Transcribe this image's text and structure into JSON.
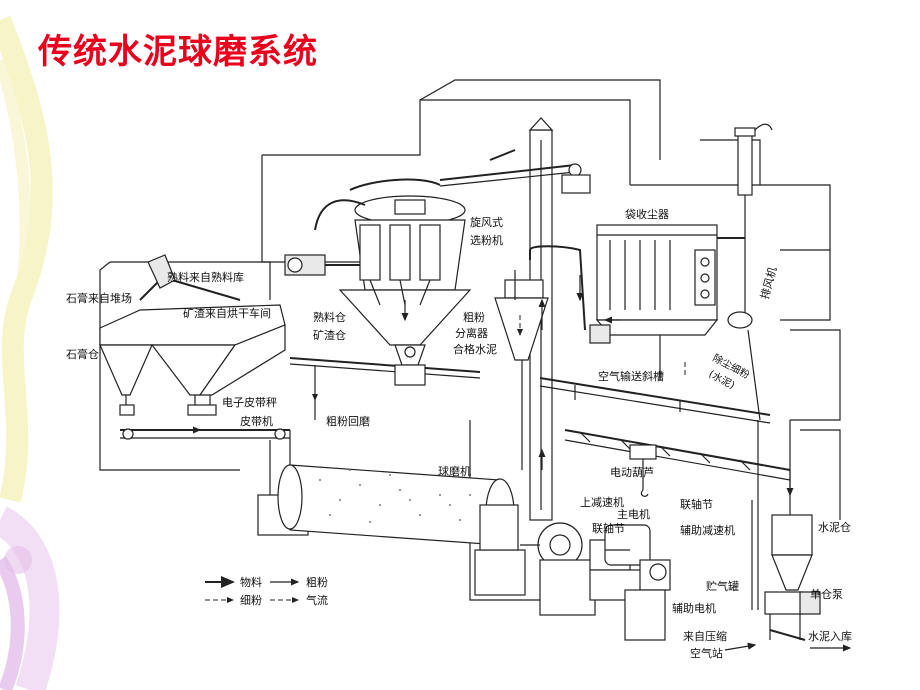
{
  "title": "传统水泥球磨系统",
  "labels": {
    "gypsum_source": "石膏来自堆场",
    "clinker_source": "熟料来自熟料库",
    "slag_source": "矿渣来自烘干车间",
    "gypsum_bin": "石膏仓",
    "clinker_bin": "熟料仓",
    "slag_bin": "矿渣仓",
    "belt_scale": "电子皮带秤",
    "belt_conveyor": "皮带机",
    "coarse_return": "粗粉回磨",
    "cyclone_separator_1": "旋风式",
    "cyclone_separator_2": "选粉机",
    "coarse_separator_1": "粗粉",
    "coarse_separator_2": "分离器",
    "qualified_cement": "合格水泥",
    "bag_filter": "袋收尘器",
    "exhaust_fan": "排风机",
    "fine_powder_1": "除尘细粉",
    "fine_powder_2": "(水泥)",
    "air_slide": "空气输送斜槽",
    "hoist": "电动葫芦",
    "ball_mill": "球磨机",
    "upper_reducer": "上减速机",
    "main_motor": "主电机",
    "coupling_1": "联轴节",
    "coupling_2": "联轴节",
    "aux_reducer": "辅助减速机",
    "cement_silo": "水泥仓",
    "air_tank": "贮气罐",
    "pump": "单仓泵",
    "aux_motor": "辅助电机",
    "compressed_air_1": "来自压缩",
    "compressed_air_2": "空气站",
    "to_storage": "水泥入库"
  },
  "legend": {
    "material": "物料",
    "coarse": "粗粉",
    "fine": "细粉",
    "airflow": "气流"
  },
  "colors": {
    "title": "#e8001c",
    "line": "#222222"
  }
}
